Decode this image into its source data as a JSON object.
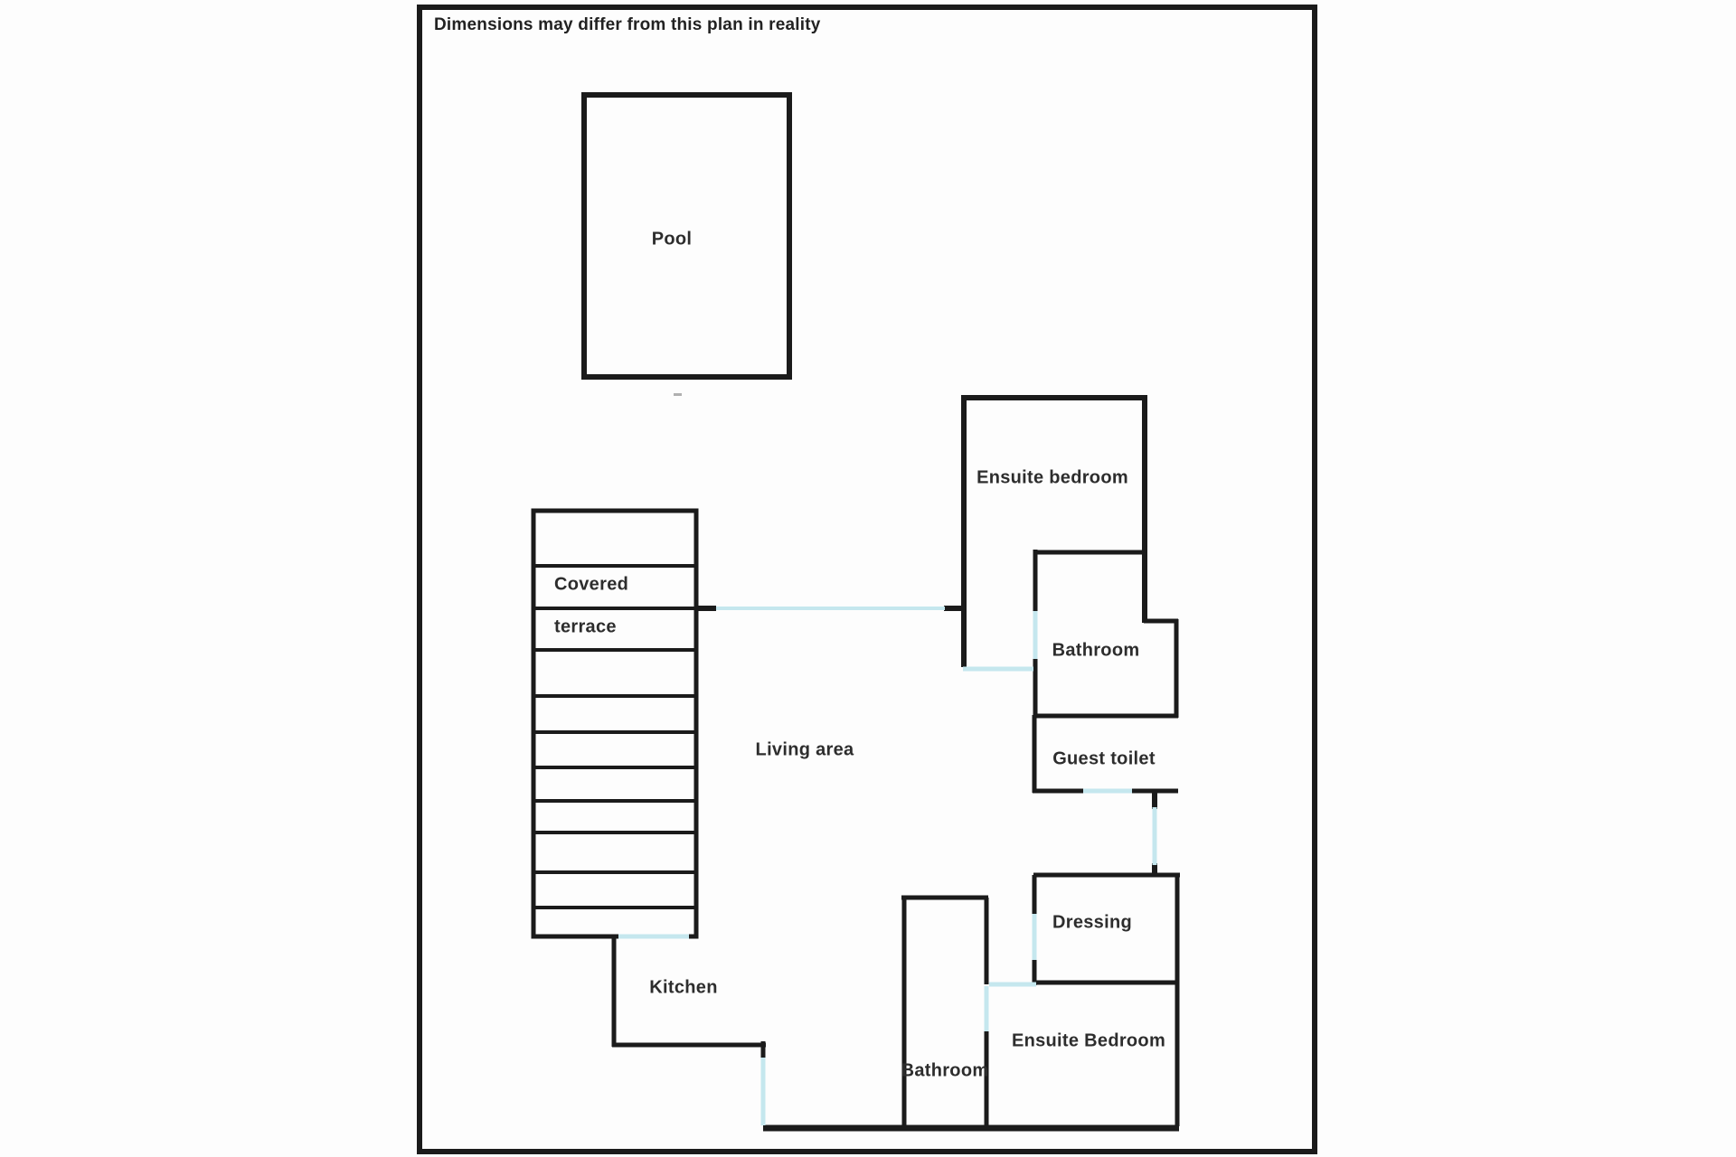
{
  "disclaimer": "Dimensions may differ from this plan in reality",
  "rooms": {
    "pool": {
      "label": "Pool"
    },
    "covered_terrace": {
      "label_line1": "Covered",
      "label_line2": "terrace"
    },
    "living_area": {
      "label": "Living area"
    },
    "kitchen": {
      "label": "Kitchen"
    },
    "ensuite_bedroom_top": {
      "label": "Ensuite bedroom"
    },
    "bathroom_top": {
      "label": "Bathroom"
    },
    "guest_toilet": {
      "label": "Guest toilet"
    },
    "dressing": {
      "label": "Dressing"
    },
    "bathroom_bottom": {
      "label": "Bathroom"
    },
    "ensuite_bedroom_bottom": {
      "label": "Ensuite Bedroom"
    }
  },
  "colors": {
    "wall": "#1b1b1b",
    "door_opening": "#c5e7ee",
    "text": "#2d2d2d",
    "background": "#fdfdfd"
  }
}
